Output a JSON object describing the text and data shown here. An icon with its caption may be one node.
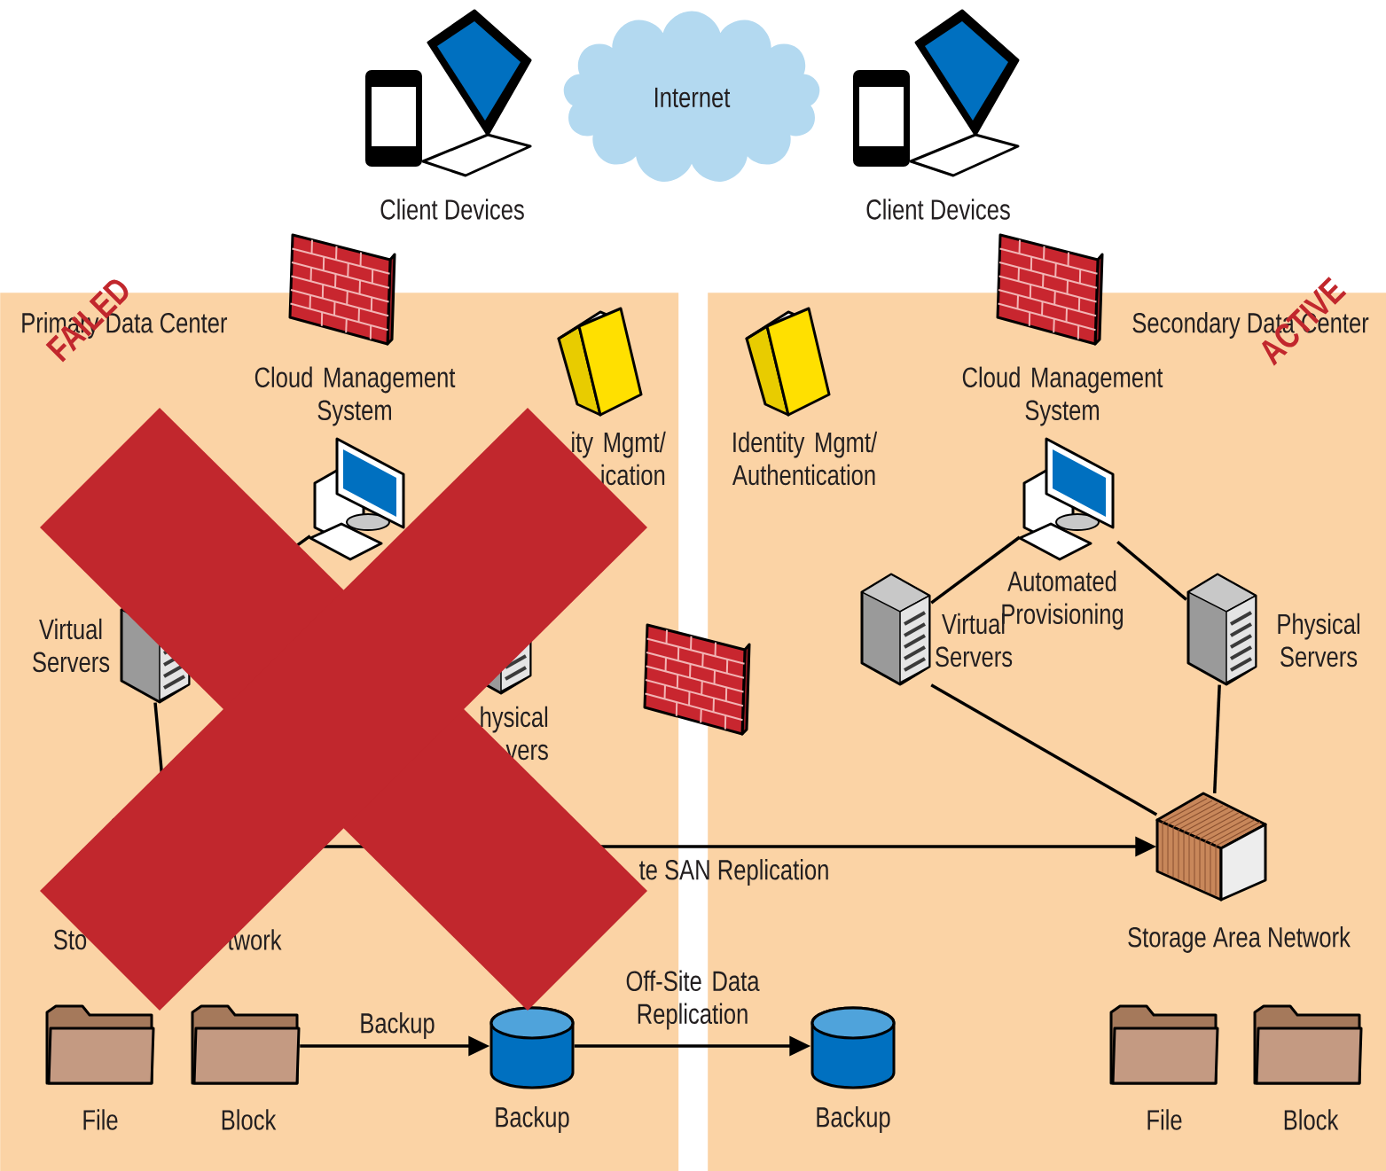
{
  "diagram": {
    "nodes": [
      {
        "text": [
          "Primary Data Center"
        ]
      },
      {
        "text": [
          "Secondary Data Center"
        ]
      },
      {
        "text": [
          "Internet"
        ]
      },
      {
        "text": [
          "Client Devices"
        ]
      },
      {
        "text": [
          "Client Devices"
        ]
      },
      {
        "text": [
          "Cloud Management System"
        ],
        "in": 0
      },
      {
        "text": [
          "ity Mgmt/ ication"
        ],
        "in": 0
      },
      {
        "text": [
          "Virtual Servers"
        ],
        "in": 0
      },
      {
        "text": [
          "hysical vers"
        ],
        "in": 0
      },
      {
        "text": [
          "Sto",
          "twork"
        ],
        "in": 0
      },
      {
        "text": [
          "File"
        ],
        "in": 0
      },
      {
        "text": [
          "Block"
        ],
        "in": 0
      },
      {
        "text": [
          "Backup"
        ],
        "in": 0
      },
      {
        "text": [
          "Identity Mgmt/ Authentication"
        ],
        "in": 1
      },
      {
        "text": [
          "Cloud Management System"
        ],
        "beside": [
          "Automated Provisioning"
        ],
        "in": 1
      },
      {
        "text": [
          "Virtual Servers"
        ],
        "in": 1
      },
      {
        "text": [
          "Physical Servers"
        ],
        "in": 1
      },
      {
        "text": [
          "Backup"
        ],
        "in": 1
      },
      {
        "text": [
          "Storage Area Network"
        ],
        "in": 1
      },
      {
        "text": [
          "File"
        ],
        "in": 1
      },
      {
        "text": [
          "Block"
        ],
        "in": 1
      }
    ],
    "edges": [
      {
        "from": 5,
        "to": 7,
        "arrow": "none"
      },
      {
        "from": 7,
        "to": 9,
        "arrow": "none"
      },
      {
        "from": 9,
        "to": 18,
        "arrow": "to",
        "label": "te SAN Replication"
      },
      {
        "from": 11,
        "to": 12,
        "arrow": "to",
        "label": "Backup"
      },
      {
        "from": 12,
        "to": 17,
        "arrow": "to",
        "label": "Off-Site Data Replication"
      },
      {
        "from": 14,
        "to": 15,
        "arrow": "none"
      },
      {
        "from": 14,
        "to": 16,
        "arrow": "none"
      },
      {
        "from": 15,
        "to": 18,
        "arrow": "none"
      },
      {
        "from": 16,
        "to": 18,
        "arrow": "none"
      }
    ],
    "labels": [
      "FAILED",
      "ACTIVE"
    ]
  }
}
